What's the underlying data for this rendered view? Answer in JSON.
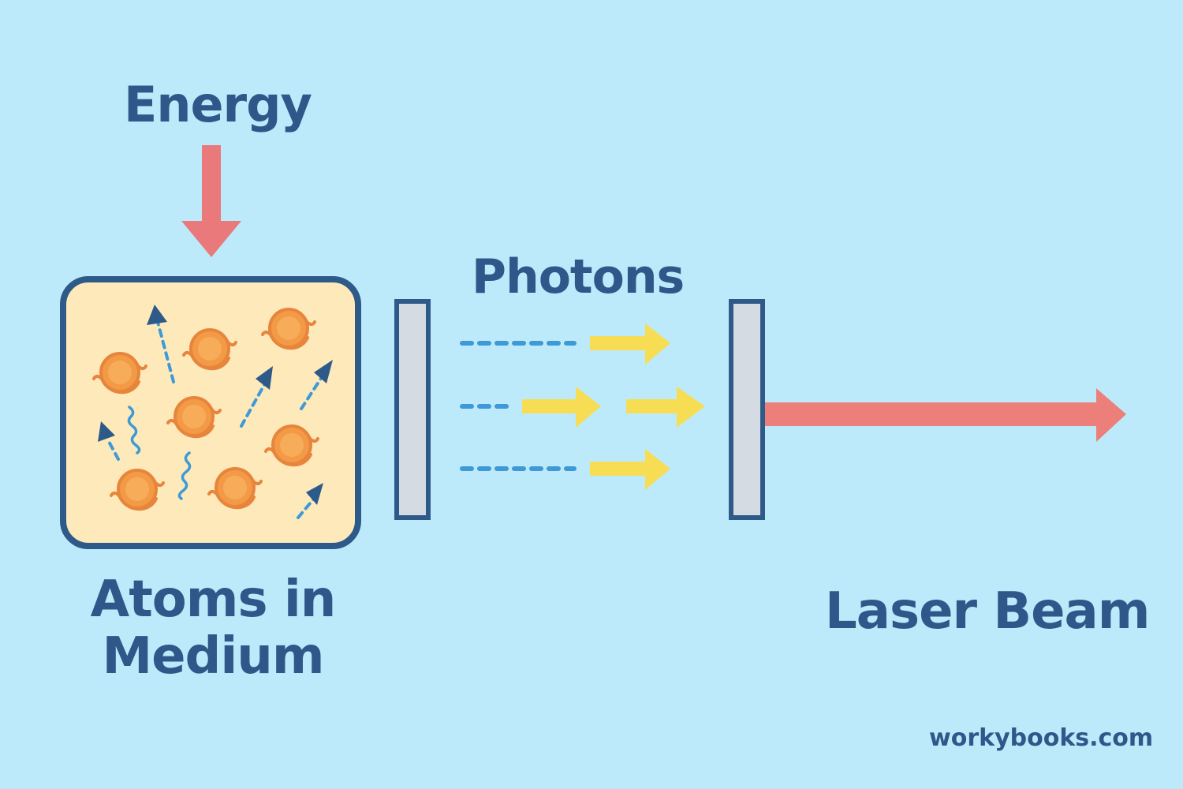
{
  "labels": {
    "energy": "Energy",
    "photons": "Photons",
    "atoms_line1": "Atoms in",
    "atoms_line2": "Medium",
    "laser_beam": "Laser Beam",
    "watermark": "workybooks.com"
  },
  "colors": {
    "background": "#bdeafa",
    "text": "#2d5889",
    "energy_arrow": "#e9797a",
    "laser_beam": "#ec7f7a",
    "medium_fill": "#fde9ba",
    "atom": "#f39a47",
    "photon": "#f7dd53",
    "dashed_trail": "#3d9ad6",
    "mirror_fill": "#d4dbe3"
  },
  "icons": {
    "atom": "atom-icon",
    "photon": "photon-arrow-icon",
    "mirror": "mirror-icon"
  }
}
